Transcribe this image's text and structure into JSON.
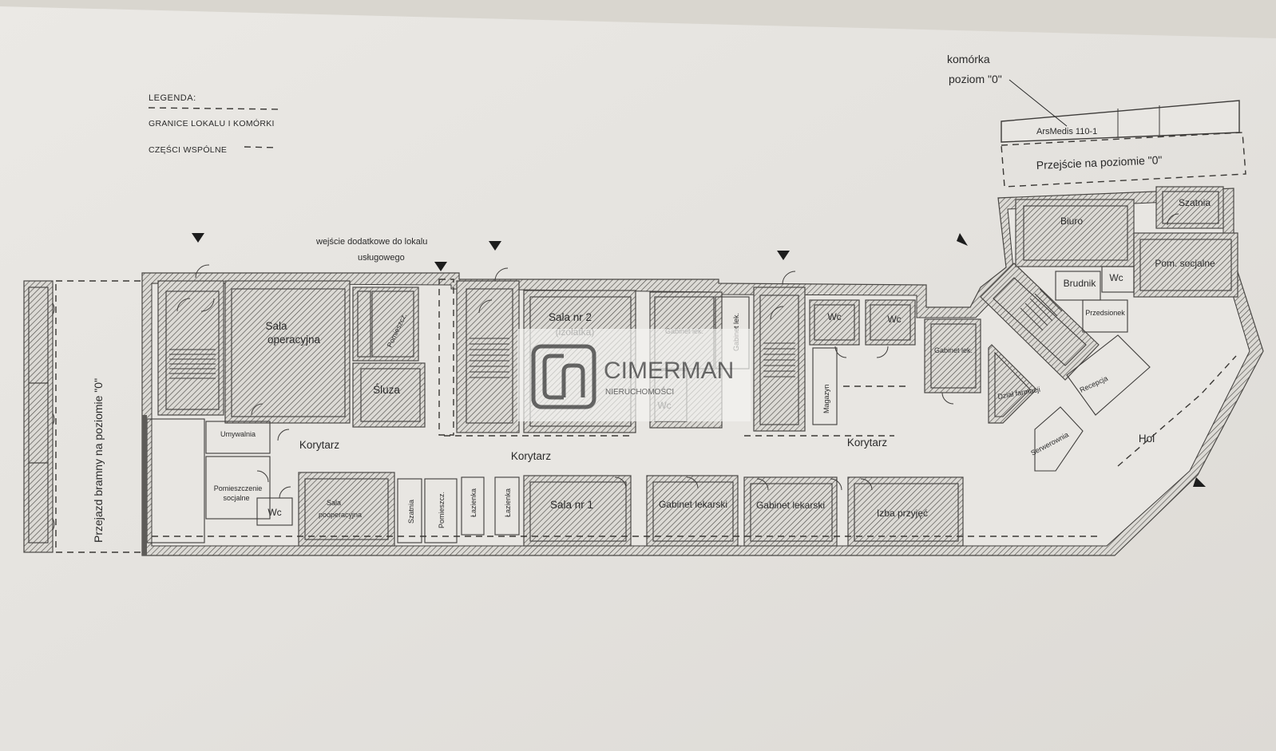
{
  "legend": {
    "title": "LEGENDA:",
    "items": [
      "GRANICE LOKALU I KOMÓRKI",
      "CZĘŚCI WSPÓLNE"
    ]
  },
  "notes": {
    "komorka_line1": "komórka",
    "komorka_line2": "poziom \"0\"",
    "przejscie": "Przejście na poziomie \"0\"",
    "arsmedis": "ArsMedis 110-1",
    "wejscie_line1": "wejście dodatkowe do lokalu",
    "wejscie_line2": "usługowego",
    "przejazd": "Przejazd bramny na poziomie \"0\""
  },
  "rooms": {
    "sala_operacyjna_1": "Sala",
    "sala_operacyjna_2": "operacyjna",
    "sluza": "Śluza",
    "korytarz_a": "Korytarz",
    "korytarz_b": "Korytarz",
    "korytarz_c": "Korytarz",
    "umywalnia": "Umywalnia",
    "pomieszczenie_1": "Pomieszczenie",
    "pomieszczenie_2": "socjalne",
    "wc_a": "Wc",
    "sala_pooperacyjna_1": "Sala",
    "sala_pooperacyjna_2": "pooperacyjna",
    "szatnia_a": "Szatnia",
    "lazienka_a": "Łazienka",
    "lazienka_b": "Łazienka",
    "sala_nr1": "Sala nr 1",
    "sala_nr2_1": "Sala nr 2",
    "sala_nr2_2": "(izolatka)",
    "gabinet_lek_a": "Gabinet lek.",
    "gabinet_lek_b": "Gabinet lek.",
    "gabinet_lekarski_a": "Gabinet lekarski",
    "gabinet_lekarski_b": "Gabinet lekarski",
    "izba_przyjec": "Izba przyjęć",
    "wc_b": "Wc",
    "wc_c": "Wc",
    "wc_d": "Wc",
    "magazyn": "Magazyn",
    "gabinet_lek_c": "Gabinet lek.",
    "dzial_farmacji": "Dział farmacji",
    "recepcja": "Recepcja",
    "serwerownia": "Serwerownia",
    "hol": "Hol",
    "biuro": "Biuro",
    "szatnia_b": "Szatnia",
    "pom_socjalne": "Pom. socjalne",
    "brudnik": "Brudnik",
    "wc_e": "Wc",
    "przedsionek": "Przedsionek"
  },
  "watermark": {
    "brand": "CIMERMAN",
    "sub": "NIERUCHOMOŚCI"
  }
}
